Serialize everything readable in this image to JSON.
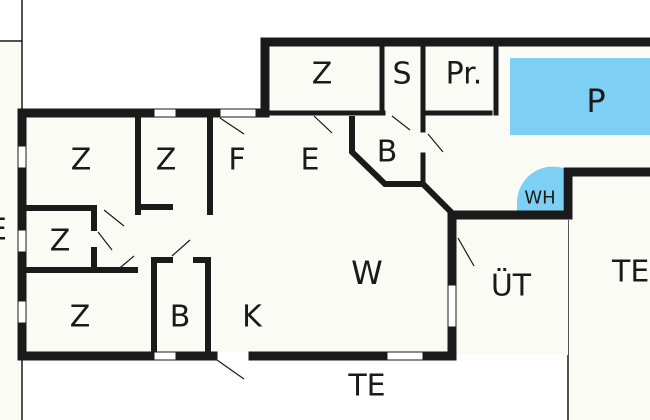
{
  "floorplan": {
    "rooms": [
      {
        "label": "Z"
      },
      {
        "label": "S"
      },
      {
        "label": "Pr."
      },
      {
        "label": "Z"
      },
      {
        "label": "Z"
      },
      {
        "label": "F"
      },
      {
        "label": "E"
      },
      {
        "label": "B"
      },
      {
        "label": "Z"
      },
      {
        "label": "W"
      },
      {
        "label": "ÜT"
      },
      {
        "label": "Z"
      },
      {
        "label": "B"
      },
      {
        "label": "K"
      }
    ],
    "outdoor": [
      {
        "label": "P"
      },
      {
        "label": "WH"
      },
      {
        "label": "TE"
      },
      {
        "label": "TE"
      },
      {
        "label": "E"
      }
    ],
    "colors": {
      "wall": "#1a1a1a",
      "floor": "#fbfbf6",
      "pool": "#7ecff4",
      "background": "#ffffff"
    }
  }
}
